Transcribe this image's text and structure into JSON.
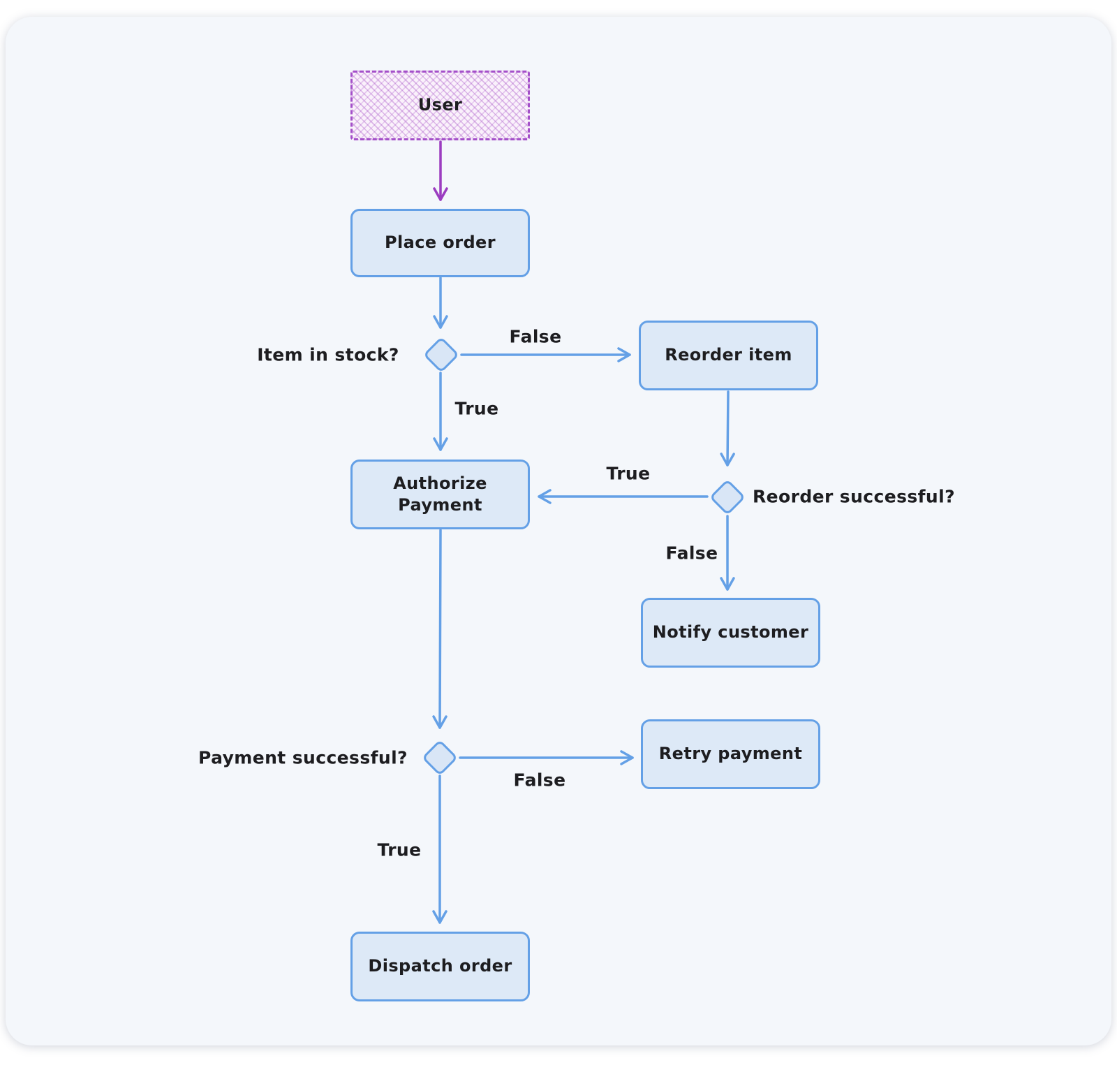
{
  "diagram": {
    "nodes": {
      "user": {
        "label": "User",
        "type": "actor"
      },
      "place_order": {
        "label": "Place order",
        "type": "process"
      },
      "item_in_stock": {
        "label": "Item in stock?",
        "type": "decision"
      },
      "reorder_item": {
        "label": "Reorder item",
        "type": "process"
      },
      "reorder_successful": {
        "label": "Reorder successful?",
        "type": "decision"
      },
      "authorize_payment": {
        "label": "Authorize\nPayment",
        "type": "process"
      },
      "notify_customer": {
        "label": "Notify customer",
        "type": "process"
      },
      "payment_successful": {
        "label": "Payment successful?",
        "type": "decision"
      },
      "retry_payment": {
        "label": "Retry payment",
        "type": "process"
      },
      "dispatch_order": {
        "label": "Dispatch order",
        "type": "process"
      }
    },
    "edges": [
      {
        "from": "user",
        "to": "place_order",
        "label": ""
      },
      {
        "from": "place_order",
        "to": "item_in_stock",
        "label": ""
      },
      {
        "from": "item_in_stock",
        "to": "reorder_item",
        "label": "False"
      },
      {
        "from": "item_in_stock",
        "to": "authorize_payment",
        "label": "True"
      },
      {
        "from": "reorder_item",
        "to": "reorder_successful",
        "label": ""
      },
      {
        "from": "reorder_successful",
        "to": "authorize_payment",
        "label": "True"
      },
      {
        "from": "reorder_successful",
        "to": "notify_customer",
        "label": "False"
      },
      {
        "from": "authorize_payment",
        "to": "payment_successful",
        "label": ""
      },
      {
        "from": "payment_successful",
        "to": "retry_payment",
        "label": "False"
      },
      {
        "from": "payment_successful",
        "to": "dispatch_order",
        "label": "True"
      }
    ],
    "colors": {
      "canvas_background": "#f4f7fb",
      "page_background": "#ffffff",
      "process_border": "#64a0e6",
      "process_fill": "#dde9f7",
      "decision_fill": "#d9e6f6",
      "arrow_blue": "#64a0e6",
      "actor_border": "#a44fc9",
      "actor_fill": "#faf1fb",
      "arrow_purple": "#9b3cc0",
      "text": "#1d1d20"
    }
  }
}
